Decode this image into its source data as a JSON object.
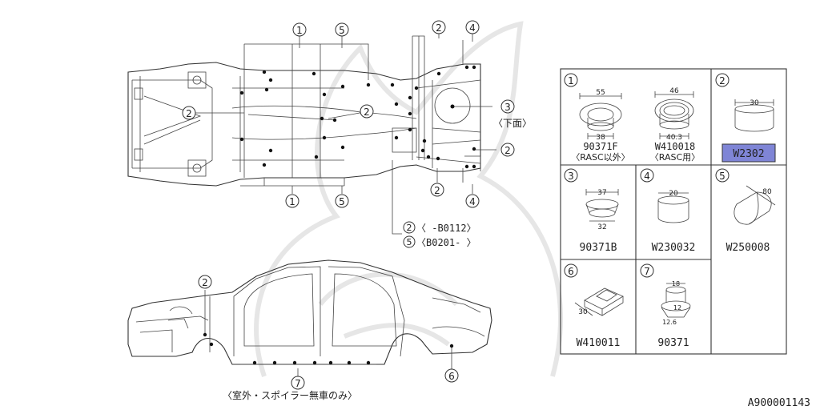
{
  "callouts": {
    "top_1a": "1",
    "top_5a": "5",
    "top_2a": "2",
    "top_4a": "4",
    "left_2": "2",
    "mid_2": "2",
    "right_3": "3",
    "right_2": "2",
    "bot_1": "1",
    "bot_5": "5",
    "bot_2": "2",
    "bot_4": "4",
    "note_2": "2",
    "note_5": "5",
    "side_2": "2",
    "side_7": "7",
    "side_6": "6"
  },
  "labels": {
    "underside": "〈下面〉",
    "range_2": "〈 -B0112〉",
    "range_5": "〈B0201- 〉",
    "side_note": "〈室外・スポイラー無車のみ〉",
    "figure_id": "A900001143"
  },
  "parts": {
    "p1": {
      "num": "1",
      "a_pn": "90371F",
      "a_note": "〈RASC以外〉",
      "a_top": "55",
      "a_bot": "38",
      "b_pn": "W410018",
      "b_note": "〈RASC用〉",
      "b_top": "46",
      "b_bot": "40.3"
    },
    "p2": {
      "num": "2",
      "pn": "W2302",
      "dim": "30",
      "highlight": "#7f85d6"
    },
    "p3": {
      "num": "3",
      "pn": "90371B",
      "dim_top": "37",
      "dim_bot": "32"
    },
    "p4": {
      "num": "4",
      "pn": "W230032",
      "dim": "20"
    },
    "p5": {
      "num": "5",
      "pn": "W250008",
      "dim": "80"
    },
    "p6": {
      "num": "6",
      "pn": "W410011",
      "dim": "30"
    },
    "p7": {
      "num": "7",
      "pn": "90371",
      "dim_top": "18",
      "dim_mid": "12",
      "dim_bot": "12.6"
    }
  }
}
